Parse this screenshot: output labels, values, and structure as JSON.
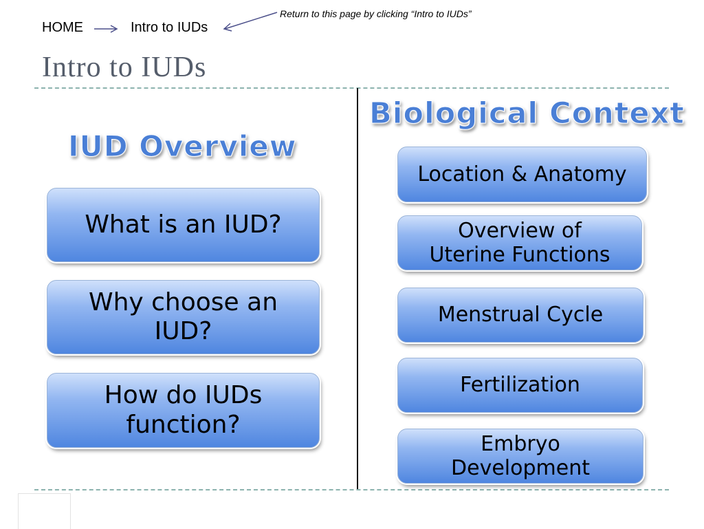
{
  "breadcrumb": {
    "home": "HOME",
    "current": "Intro to IUDs"
  },
  "note": "Return to this page by clicking “Intro to IUDs”",
  "page_title": "Intro to IUDs",
  "overview": {
    "heading": "IUD Overview",
    "buttons": [
      {
        "line1": "What is an IUD?",
        "line2": ""
      },
      {
        "line1": "Why choose an",
        "line2": "IUD?"
      },
      {
        "line1": "How do IUDs",
        "line2": "function?"
      }
    ]
  },
  "bio": {
    "heading": "Biological Context",
    "buttons": [
      {
        "line1": "Location & Anatomy",
        "line2": ""
      },
      {
        "line1": "Overview of",
        "line2": "Uterine Functions"
      },
      {
        "line1": "Menstrual Cycle",
        "line2": ""
      },
      {
        "line1": "Fertilization",
        "line2": ""
      },
      {
        "line1": "Embryo",
        "line2": "Development"
      }
    ]
  },
  "colors": {
    "heading_blue": "#4a7fd6",
    "button_top": "#cfe0fb",
    "button_bottom": "#4f86e0",
    "title_gray": "#555d6b",
    "dashed_rule": "#8cb3ae"
  },
  "icons": {
    "breadcrumb_separator": "right-arrow-icon",
    "note_pointer": "pointer-arrow-icon"
  }
}
